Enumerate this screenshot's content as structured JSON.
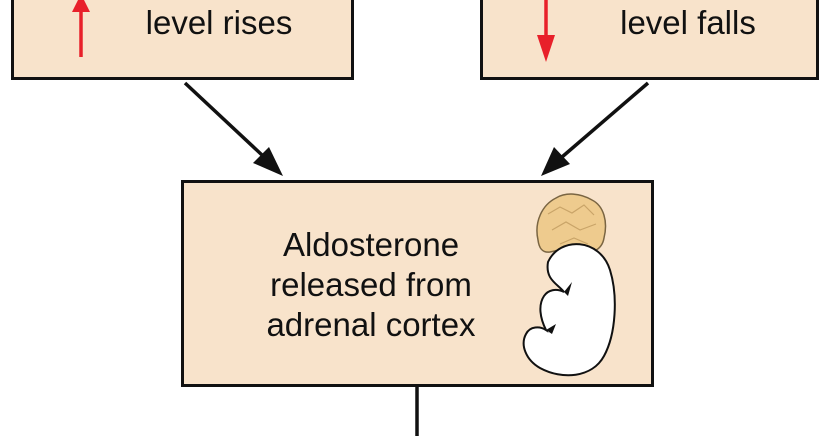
{
  "diagram": {
    "boxes": {
      "potassium": {
        "label": "Blood K\nlevel rises",
        "direction": "up",
        "arrow_color": "#e8202a"
      },
      "sodium": {
        "label": "Blood Na\nlevel falls",
        "direction": "down",
        "arrow_color": "#e8202a"
      },
      "aldosterone": {
        "label": "Aldosterone\nreleased from\nadrenal cortex",
        "illustration": "adrenal-gland-on-kidney"
      }
    },
    "colors": {
      "box_fill": "#f8e3cb",
      "outline": "#111111",
      "adrenal_gland": "#eecb8e",
      "kidney": "#ffffff"
    }
  }
}
